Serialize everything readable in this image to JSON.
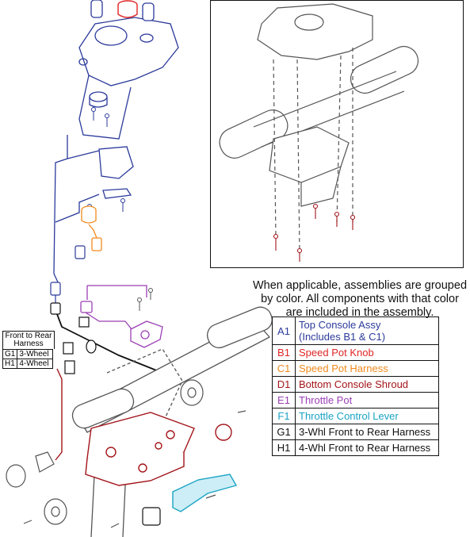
{
  "note": {
    "line1": "When applicable, assemblies are grouped",
    "line2": "by color. All components with that color",
    "line3": "are included in the assembly."
  },
  "legend": [
    {
      "code": "A1",
      "label_line1": "Top Console Assy",
      "label_line2": "(Includes B1 & C1)",
      "color": "#2b3a9b"
    },
    {
      "code": "B1",
      "label": "Speed Pot Knob",
      "color": "#e02626"
    },
    {
      "code": "C1",
      "label": "Speed Pot Harness",
      "color": "#f08a1c"
    },
    {
      "code": "D1",
      "label": "Bottom Console Shroud",
      "color": "#a3141a"
    },
    {
      "code": "E1",
      "label": "Throttle Pot",
      "color": "#9b3fb5"
    },
    {
      "code": "F1",
      "label": "Throttle Control Lever",
      "color": "#1aa3c4"
    },
    {
      "code": "G1",
      "label": "3-Whl Front to Rear Harness",
      "color": "#111111"
    },
    {
      "code": "H1",
      "label": "4-Whl Front to Rear Harness",
      "color": "#111111"
    }
  ],
  "harness_callout": {
    "title_line1": "Front to Rear",
    "title_line2": "Harness",
    "rows": [
      {
        "code": "G1",
        "label": "3-Wheel"
      },
      {
        "code": "H1",
        "label": "4-Wheel"
      }
    ]
  },
  "colors": {
    "top_console": "#2b3a9b",
    "speed_knob": "#e02626",
    "speed_harness": "#f08a1c",
    "bottom_shroud": "#a3141a",
    "throttle_pot": "#9b3fb5",
    "throttle_lever": "#1aa3c4",
    "line_art": "#555555"
  }
}
